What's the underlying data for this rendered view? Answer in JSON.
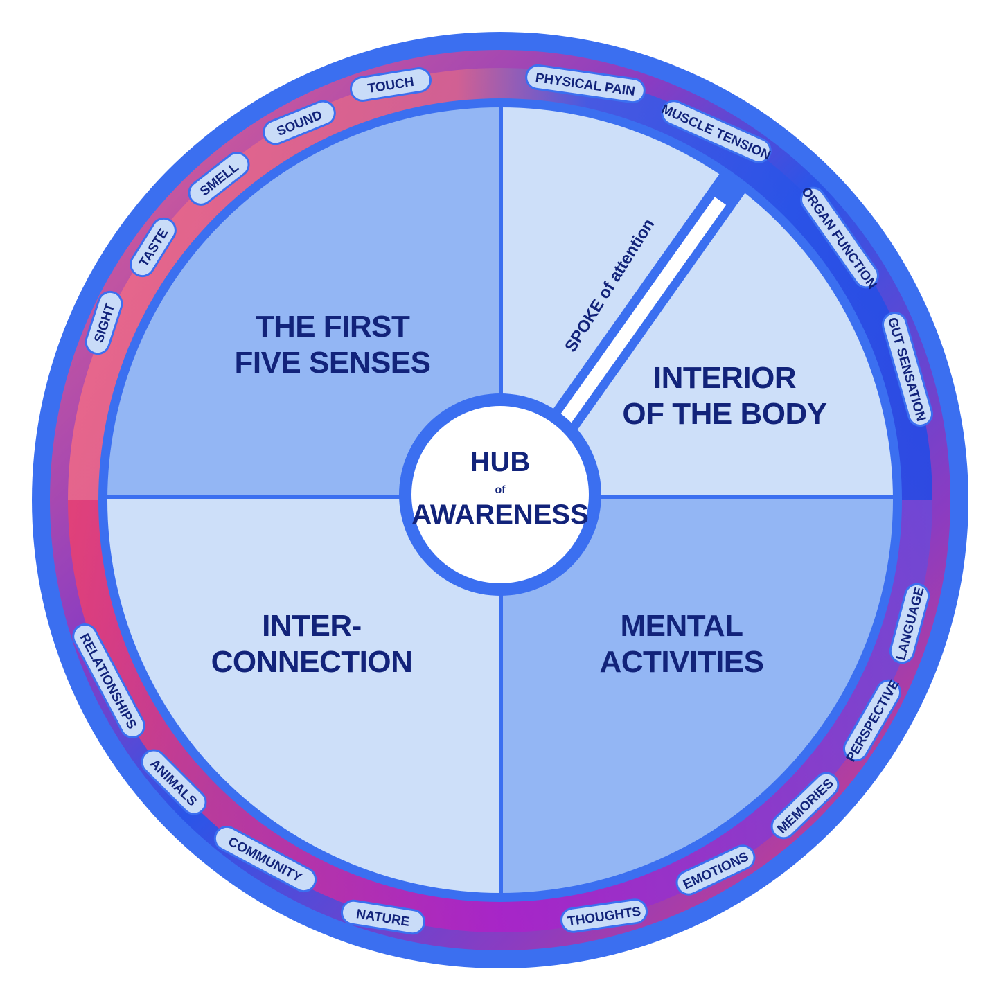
{
  "hub": {
    "line1": "HUB",
    "line2": "of",
    "line3": "AWARENESS"
  },
  "spoke": {
    "label": "SPOKE of attention"
  },
  "quadrants": {
    "senses": {
      "line1": "THE FIRST",
      "line2": "FIVE SENSES"
    },
    "body": {
      "line1": "INTERIOR",
      "line2": "OF THE BODY"
    },
    "interconnection": {
      "line1": "INTER-",
      "line2": "CONNECTION"
    },
    "mental": {
      "line1": "MENTAL",
      "line2": "ACTIVITIES"
    }
  },
  "pills": [
    {
      "label": "SIGHT"
    },
    {
      "label": "TASTE"
    },
    {
      "label": "SMELL"
    },
    {
      "label": "SOUND"
    },
    {
      "label": "TOUCH"
    },
    {
      "label": "PHYSICAL PAIN"
    },
    {
      "label": "MUSCLE TENSION"
    },
    {
      "label": "ORGAN FUNCTION"
    },
    {
      "label": "GUT SENSATION"
    },
    {
      "label": "LANGUAGE"
    },
    {
      "label": "PERSPECTIVE"
    },
    {
      "label": "MEMORIES"
    },
    {
      "label": "EMOTIONS"
    },
    {
      "label": "THOUGHTS"
    },
    {
      "label": "NATURE"
    },
    {
      "label": "COMMUNITY"
    },
    {
      "label": "ANIMALS"
    },
    {
      "label": "RELATIONSHIPS"
    }
  ],
  "colors": {
    "outer_ring": "#3b6ff0",
    "quadrant_dark": "#93b6f4",
    "quadrant_light": "#cddff9",
    "text": "#12237a",
    "pill_fill": "#c9dcf8",
    "ring_pink": "#f0607e",
    "ring_purple": "#8e3cc4",
    "ring_blue": "#2451e6"
  }
}
